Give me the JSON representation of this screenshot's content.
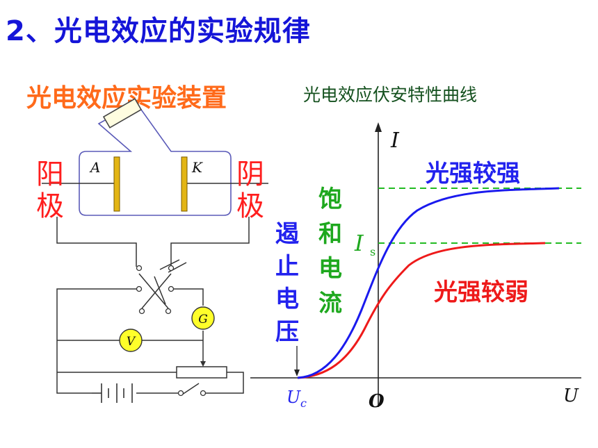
{
  "slide": {
    "title": "2、光电效应的实验规律"
  },
  "apparatus": {
    "title": "光电效应实验装置",
    "anode_label": [
      "阳",
      "极"
    ],
    "cathode_label": [
      "阴",
      "极"
    ],
    "plate_a": "A",
    "plate_k": "K",
    "galvanometer": "G",
    "voltmeter": "V"
  },
  "graph": {
    "caption": "光电效应伏安特性曲线",
    "y_axis_label": "I",
    "x_axis_label": "U",
    "origin_label": "O",
    "saturation_current_label": "I",
    "saturation_current_subscript": "s",
    "stopping_voltage_label": "U",
    "stopping_voltage_subscript": "c",
    "stopping_voltage_text": [
      "遏",
      "止",
      "电",
      "压"
    ],
    "saturation_text": [
      "饱",
      "和",
      "电",
      "流"
    ],
    "strong_light_label": "光强较强",
    "weak_light_label": "光强较弱",
    "colors": {
      "strong": "#1a1aee",
      "weak": "#ee1a1a",
      "saturation_guide": "#22bb22",
      "axis": "#222222"
    }
  }
}
